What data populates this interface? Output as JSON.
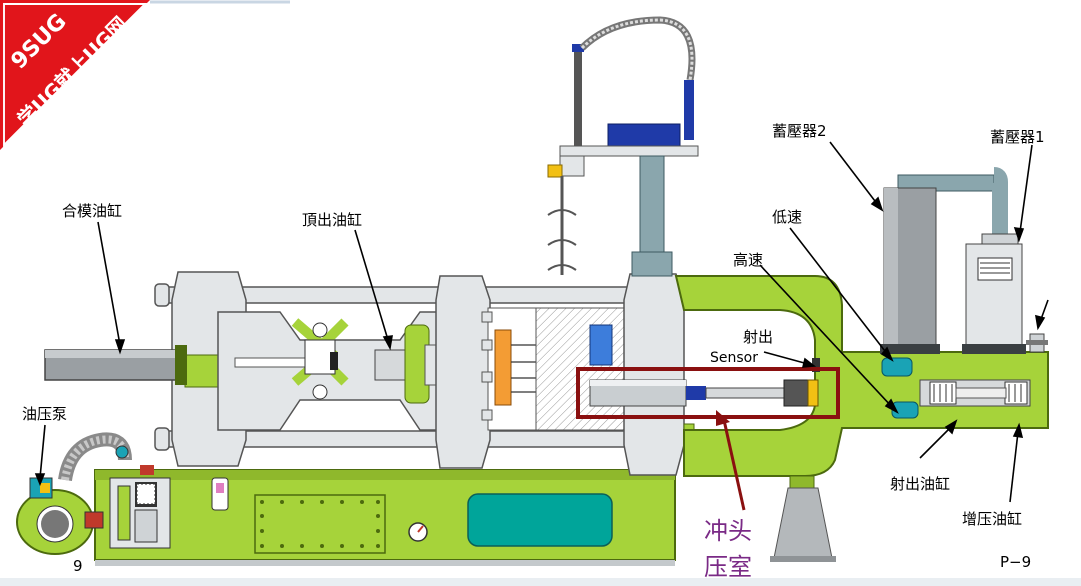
{
  "badge": {
    "line1": "9SUG",
    "line2": "学UG就上UG网",
    "color": "#e1151b"
  },
  "labels": {
    "clamp_cylinder": "合模油缸",
    "ejector_cylinder": "頂出油缸",
    "oil_pump": "油压泵",
    "accumulator_2": "蓄壓器2",
    "accumulator_1": "蓄壓器1",
    "low_speed": "低速",
    "high_speed": "高速",
    "shot": "射出",
    "sensor": "Sensor",
    "shot_cylinder": "射出油缸",
    "boost_cylinder": "增压油缸",
    "plunger_line1": "冲头",
    "plunger_line2": "压室"
  },
  "page": {
    "number_left": "9",
    "number_right": "P−9"
  },
  "colors": {
    "machine": "#a6d33a",
    "machine_dark": "#5a7a12",
    "frame_gray": "#e3e6e8",
    "accent_blue": "#1f3aa8",
    "highlight_red": "#8a1010",
    "teal": "#00a59a",
    "cyan_valve": "#1aa3b5"
  }
}
